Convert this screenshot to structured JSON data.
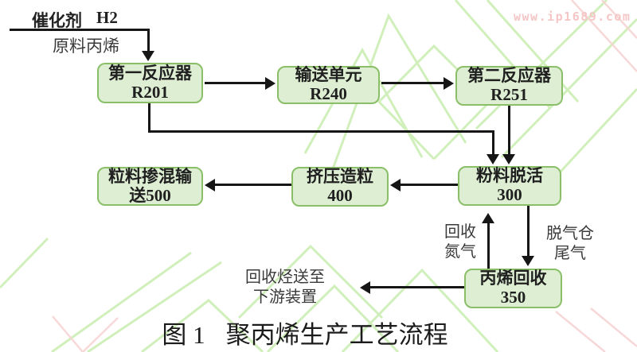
{
  "watermark": {
    "site": "www.ip1689.com"
  },
  "colors": {
    "box_fill": "#ddeed3",
    "box_border": "#8abf68",
    "line": "#161616",
    "watermark_green": "#cbeeb4",
    "watermark_pink": "#f7d4d4"
  },
  "inputs": {
    "catalyst": "催化剂",
    "hydrogen": "H2",
    "feed": "原料丙烯"
  },
  "nodes": {
    "reactor1": {
      "line1": "第一反应器",
      "line2": "R201"
    },
    "transfer": {
      "line1": "输送单元",
      "line2": "R240"
    },
    "reactor2": {
      "line1": "第二反应器",
      "line2": "R251"
    },
    "pellet_blend": {
      "line1": "粒料掺混输",
      "line2": "送500"
    },
    "extrusion": {
      "line1": "挤压造粒",
      "line2": "400"
    },
    "powder_deact": {
      "line1": "粉料脱活",
      "line2": "300"
    },
    "propylene_recovery": {
      "line1": "丙烯回收",
      "line2": "350"
    }
  },
  "stream_labels": {
    "recycled_n2_l1": "回收",
    "recycled_n2_l2": "氮气",
    "offgas_l1": "脱气仓",
    "offgas_l2": "尾气",
    "recycled_hc_l1": "回收烃送至",
    "recycled_hc_l2": "下游装置"
  },
  "caption": {
    "figure_no": "图 1",
    "title": "聚丙烯生产工艺流程"
  }
}
